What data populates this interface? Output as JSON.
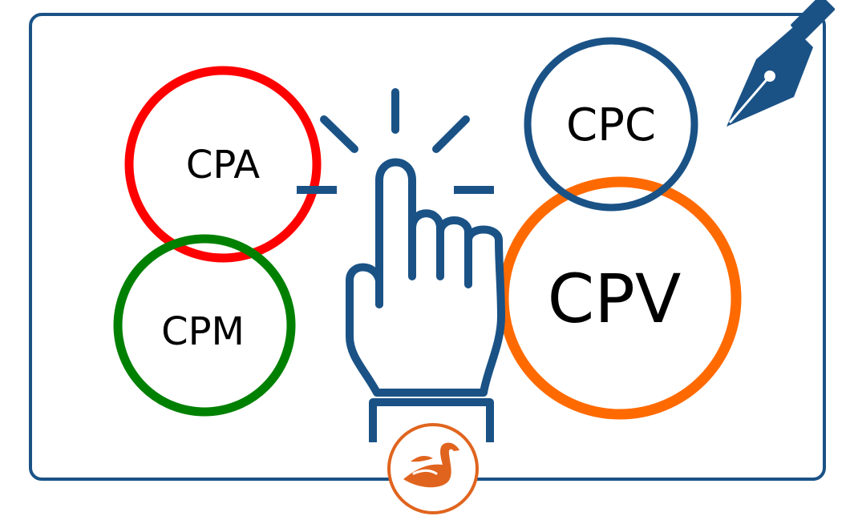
{
  "diagram": {
    "bubbles": [
      {
        "id": "cpa",
        "label": "CPA",
        "color": "#ff0000"
      },
      {
        "id": "cpm",
        "label": "CPM",
        "color": "#008000"
      },
      {
        "id": "cpc",
        "label": "CPC",
        "color": "#1a5286"
      },
      {
        "id": "cpv",
        "label": "CPV",
        "color": "#ff6a00"
      }
    ],
    "frame_color": "#1a5286",
    "hand_color": "#1a5286",
    "logo_color": "#e0641e",
    "icons": [
      "pointing-hand-icon",
      "fountain-pen-icon",
      "swan-logo-icon"
    ]
  }
}
